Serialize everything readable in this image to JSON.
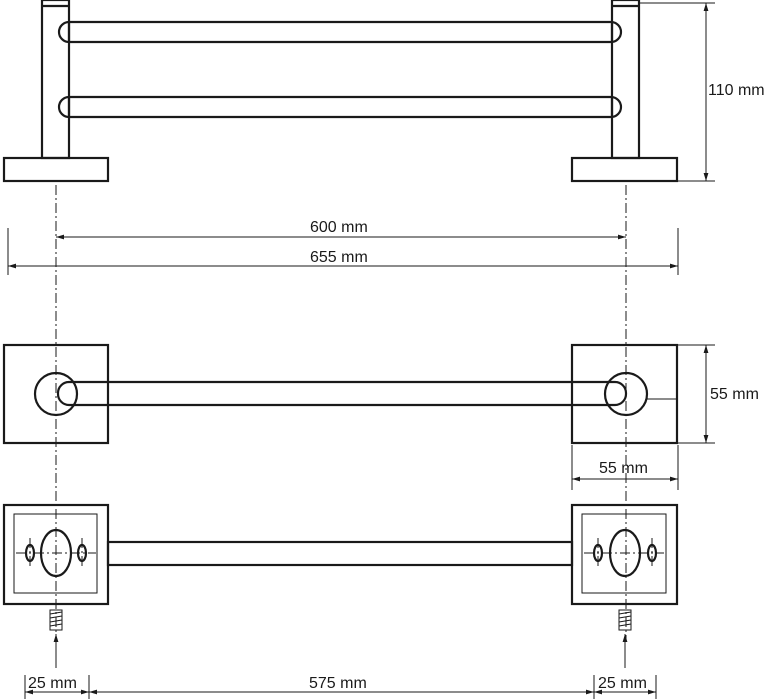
{
  "dimensions": {
    "height_total": "110 mm",
    "center_distance": "600 mm",
    "overall_length": "655 mm",
    "plate_height": "55 mm",
    "plate_width": "55 mm",
    "left_offset": "25 mm",
    "rail_span": "575 mm",
    "right_offset": "25 mm"
  },
  "colors": {
    "line": "#1a1a1a",
    "background": "#ffffff"
  }
}
